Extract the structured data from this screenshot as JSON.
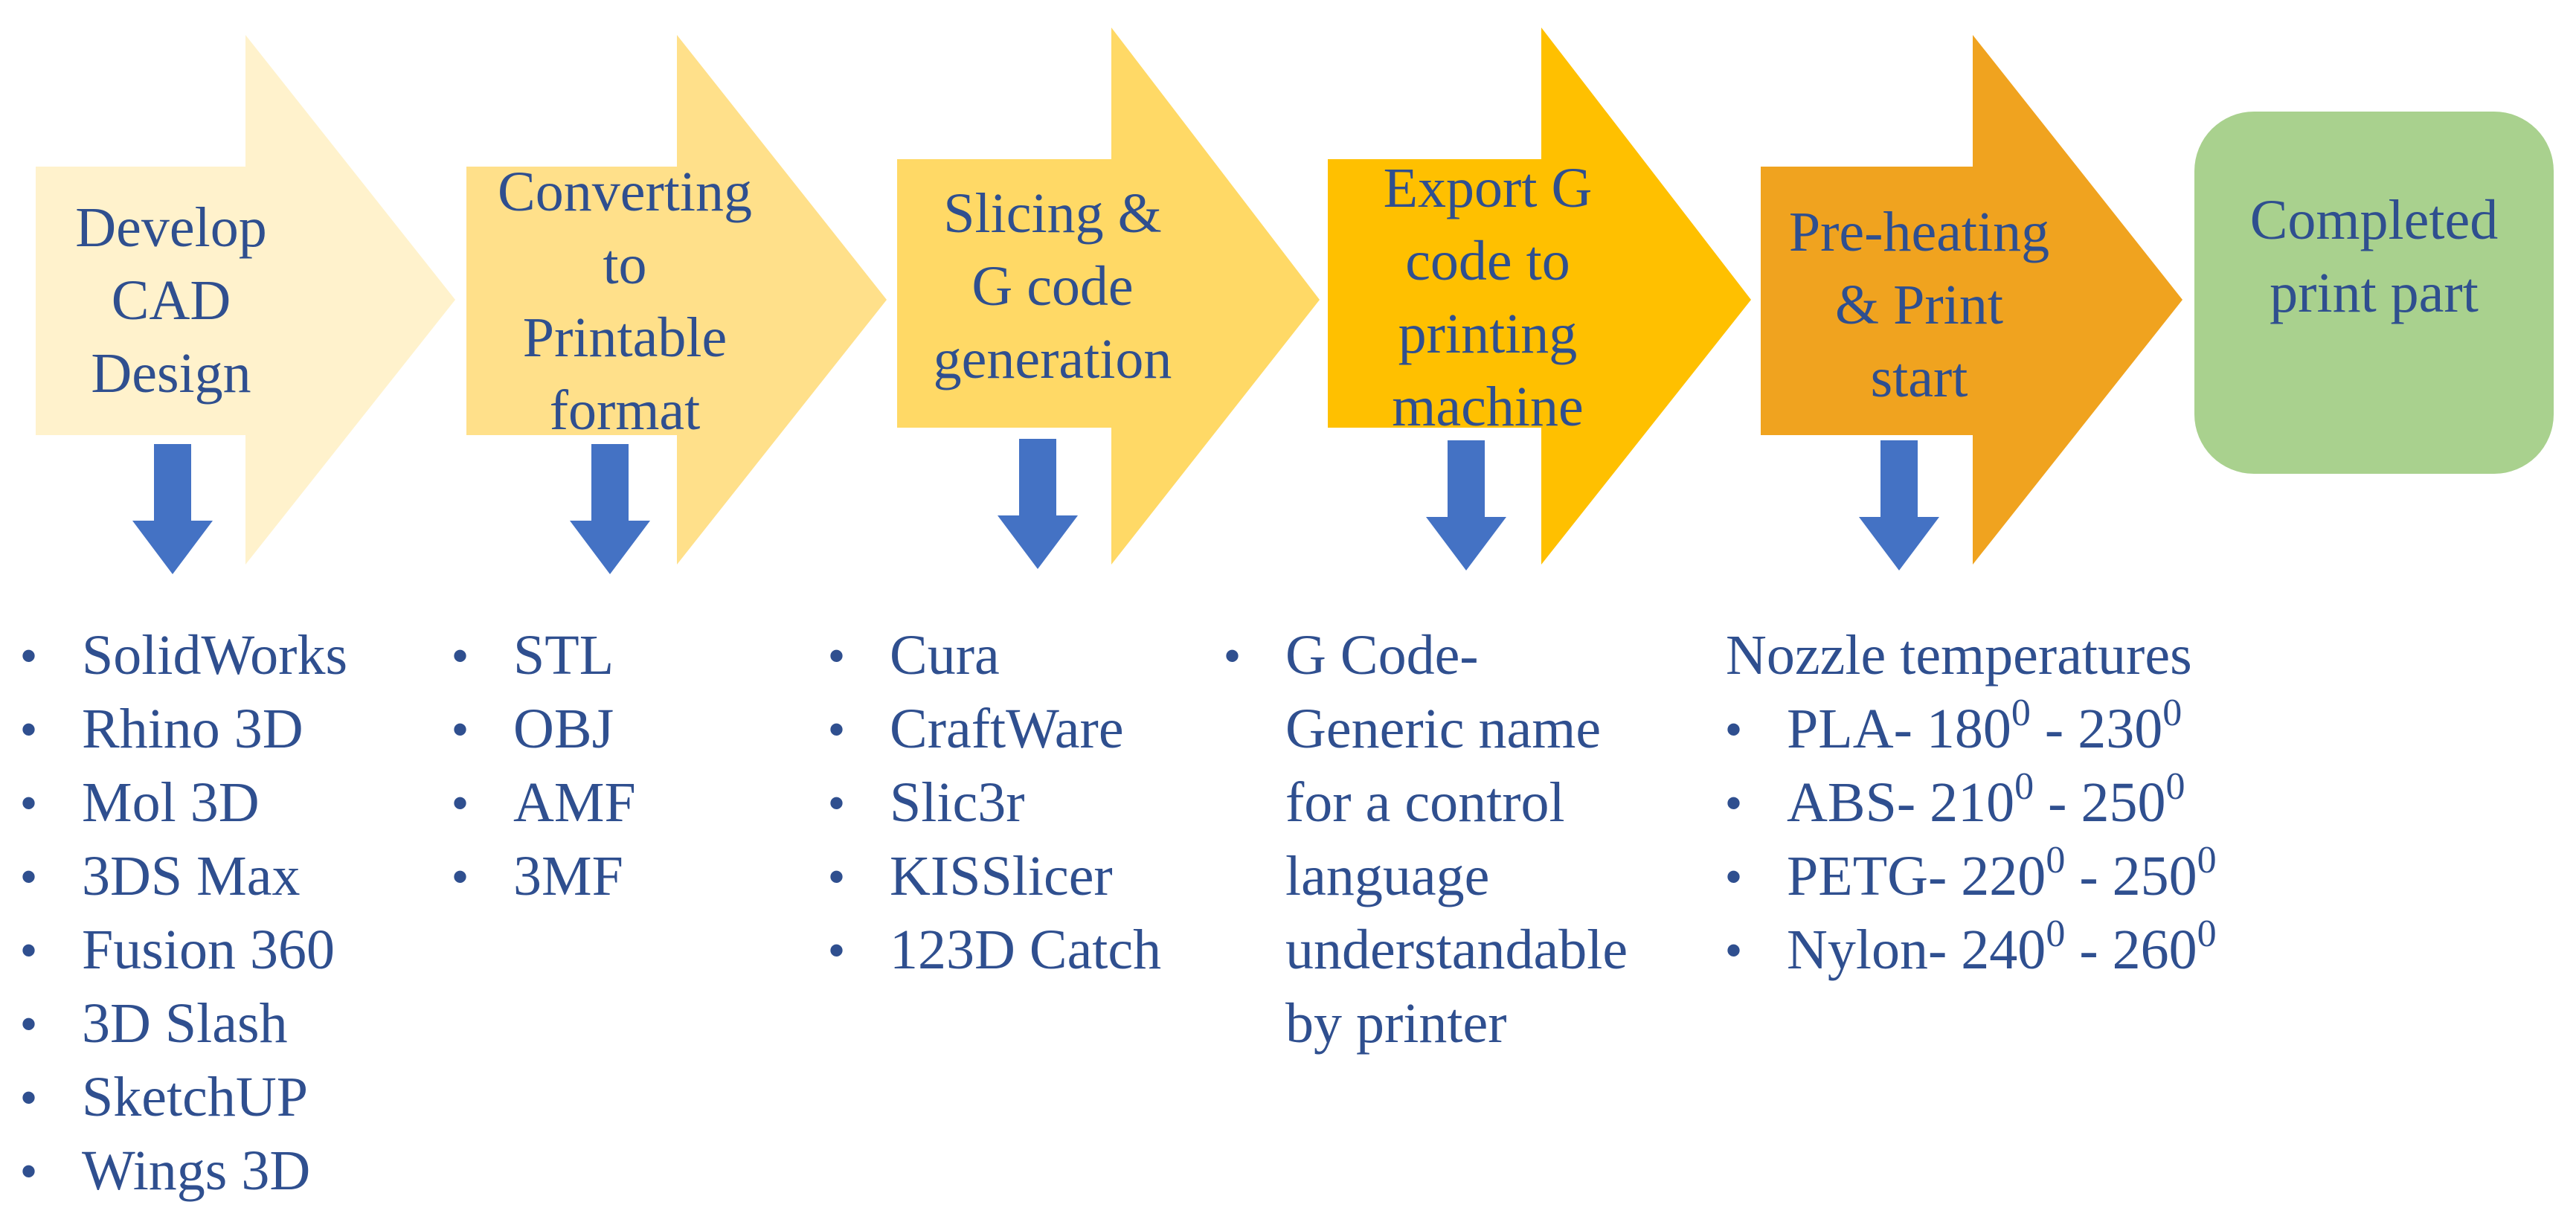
{
  "colors": {
    "arrow_1": "#fff2cc",
    "arrow_2": "#ffe08a",
    "arrow_3": "#ffd966",
    "arrow_4": "#ffc000",
    "arrow_5": "#f0a31f",
    "completed_box": "#a9d18e",
    "down_arrow": "#4472c4",
    "text": "#2f4f8f"
  },
  "steps": [
    {
      "label": "Develop\nCAD\nDesign"
    },
    {
      "label": "Converting\nto\nPrintable\nformat"
    },
    {
      "label": "Slicing &\nG code\ngeneration"
    },
    {
      "label": "Export G\ncode to\nprinting\nmachine"
    },
    {
      "label": "Pre-heating\n& Print\nstart"
    }
  ],
  "completed": {
    "label": "Completed\nprint part"
  },
  "lists": {
    "cad_software": [
      "SolidWorks",
      "Rhino 3D",
      "Mol 3D",
      "3DS Max",
      "Fusion 360",
      "3D Slash",
      "SketchUP",
      "Wings 3D"
    ],
    "formats": [
      "STL",
      "OBJ",
      "AMF",
      "3MF"
    ],
    "slicers": [
      "Cura",
      "CraftWare",
      "Slic3r",
      "KISSlicer",
      "123D Catch"
    ],
    "gcode_lines": [
      "G Code-",
      "Generic name",
      "for a control",
      "language",
      "understandable",
      "by printer"
    ]
  },
  "nozzle": {
    "heading": "Nozzle temperatures",
    "items": [
      {
        "material": "PLA- 180",
        "to": " - 230",
        "sup": "0"
      },
      {
        "material": "ABS- 210",
        "to": " - 250",
        "sup": "0"
      },
      {
        "material": "PETG- 220",
        "to": " - 250",
        "sup": "0"
      },
      {
        "material": "Nylon- 240",
        "to": " - 260",
        "sup": "0"
      }
    ]
  }
}
